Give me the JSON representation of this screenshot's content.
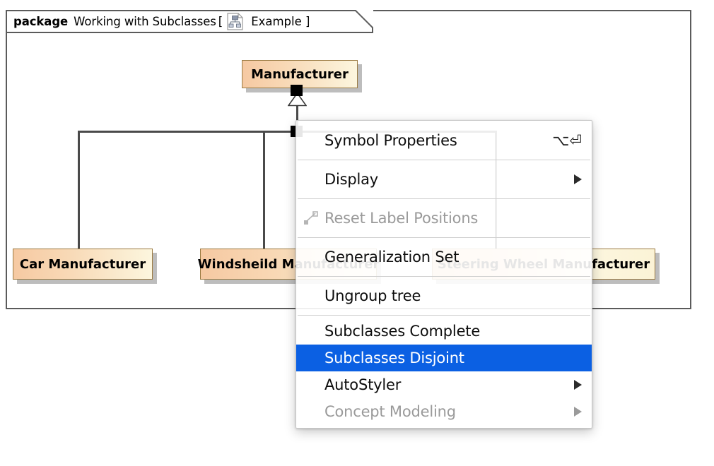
{
  "diagram": {
    "package": {
      "keyword": "package",
      "name": "Working with Subclasses",
      "bracket_open": "[",
      "bracket_close": "]",
      "diagram_name": "Example",
      "icon": "class-diagram-icon"
    },
    "classes": [
      {
        "name": "Manufacturer",
        "role": "superclass"
      },
      {
        "name": "Car Manufacturer",
        "role": "subclass"
      },
      {
        "name": "Windsheild Manufacturer",
        "role": "subclass"
      },
      {
        "name": "Steering Wheel Manufacturer",
        "role": "subclass"
      }
    ],
    "relationship": "generalization-set",
    "colors": {
      "box_fill_left": "#f6c9a2",
      "box_fill_right": "#fcf6de",
      "box_border": "#9b7b43",
      "frame_border": "#5b5b5b",
      "line": "#4a4a4a",
      "shadow": "#9a9a9a"
    }
  },
  "context_menu": {
    "items": [
      {
        "label": "Symbol Properties",
        "shortcut": "⌥⏎",
        "enabled": true,
        "submenu": false,
        "selected": false,
        "icon": null,
        "separator_after": true
      },
      {
        "label": "Display",
        "shortcut": "",
        "enabled": true,
        "submenu": true,
        "selected": false,
        "icon": null,
        "separator_after": true
      },
      {
        "label": "Reset Label Positions",
        "shortcut": "",
        "enabled": false,
        "submenu": false,
        "selected": false,
        "icon": "reset-label-positions-icon",
        "separator_after": true
      },
      {
        "label": "Generalization Set",
        "shortcut": "",
        "enabled": true,
        "submenu": false,
        "selected": false,
        "icon": null,
        "separator_after": true
      },
      {
        "label": "Ungroup tree",
        "shortcut": "",
        "enabled": true,
        "submenu": false,
        "selected": false,
        "icon": null,
        "separator_after": true
      },
      {
        "label": "Subclasses Complete",
        "shortcut": "",
        "enabled": true,
        "submenu": false,
        "selected": false,
        "icon": null,
        "separator_after": false
      },
      {
        "label": "Subclasses Disjoint",
        "shortcut": "",
        "enabled": true,
        "submenu": false,
        "selected": true,
        "icon": null,
        "separator_after": false
      },
      {
        "label": "AutoStyler",
        "shortcut": "",
        "enabled": true,
        "submenu": true,
        "selected": false,
        "icon": null,
        "separator_after": false
      },
      {
        "label": "Concept Modeling",
        "shortcut": "",
        "enabled": false,
        "submenu": true,
        "selected": false,
        "icon": null,
        "separator_after": false
      }
    ],
    "highlight_color": "#0b60e3"
  }
}
